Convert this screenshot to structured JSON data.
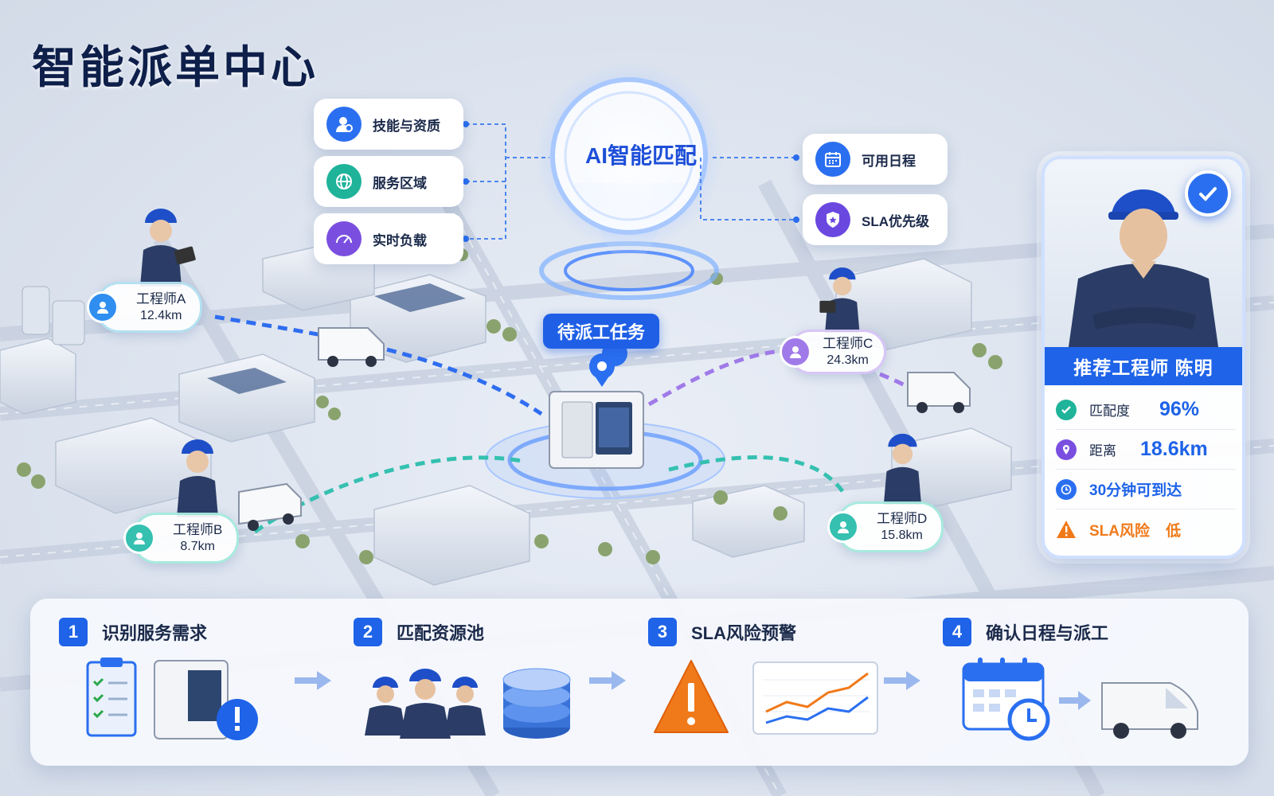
{
  "title": "智能派单中心",
  "ai_label": "AI智能匹配",
  "task_label": "待派工任务",
  "factors_left": [
    {
      "label": "技能与资质",
      "icon": "person-badge-icon"
    },
    {
      "label": "服务区域",
      "icon": "globe-icon"
    },
    {
      "label": "实时负载",
      "icon": "gauge-icon"
    }
  ],
  "factors_right": [
    {
      "label": "可用日程",
      "icon": "calendar-icon"
    },
    {
      "label": "SLA优先级",
      "icon": "shield-star-icon"
    }
  ],
  "engineers": [
    {
      "name": "工程师A",
      "distance": "12.4km",
      "color": "#2f8ef0"
    },
    {
      "name": "工程师B",
      "distance": "8.7km",
      "color": "#35c0b0"
    },
    {
      "name": "工程师C",
      "distance": "24.3km",
      "color": "#a07ae8"
    },
    {
      "name": "工程师D",
      "distance": "15.8km",
      "color": "#35c0b0"
    }
  ],
  "recommend": {
    "title": "推荐工程师 陈明",
    "match_label": "匹配度",
    "match_value": "96%",
    "match_pct": 96,
    "distance_label": "距离",
    "distance_value": "18.6km",
    "eta": "30分钟可到达",
    "sla_label": "SLA风险",
    "sla_value": "低"
  },
  "steps": [
    {
      "num": "1",
      "label": "识别服务需求"
    },
    {
      "num": "2",
      "label": "匹配资源池"
    },
    {
      "num": "3",
      "label": "SLA风险预警"
    },
    {
      "num": "4",
      "label": "确认日程与派工"
    }
  ],
  "colors": {
    "primary": "#1e63e8",
    "teal": "#35c0b0",
    "purple": "#a07ae8",
    "warn": "#f07a1a",
    "navy": "#0e1f4a"
  }
}
